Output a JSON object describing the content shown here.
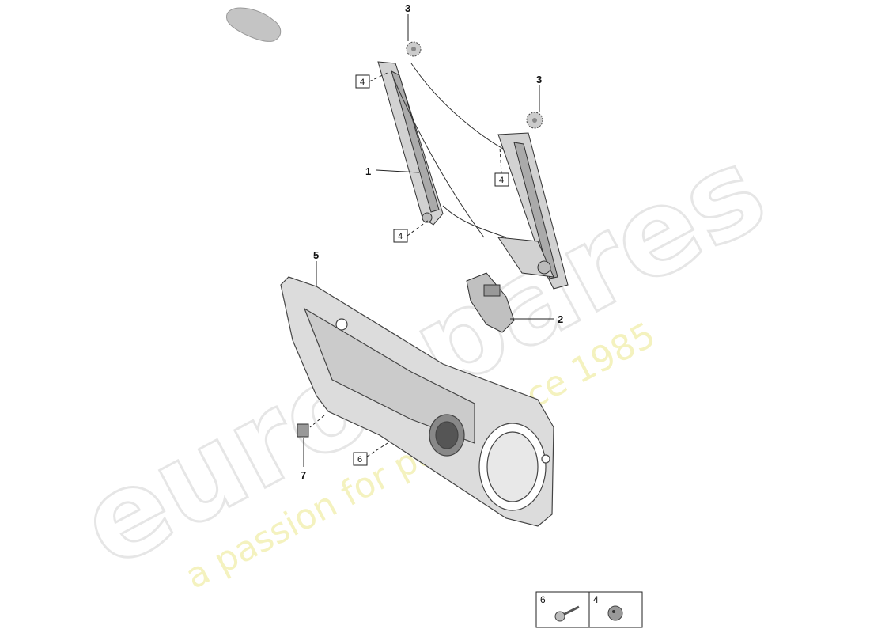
{
  "diagram": {
    "callouts": [
      {
        "id": "callout-3-upper",
        "label": "3"
      },
      {
        "id": "callout-3-right",
        "label": "3"
      },
      {
        "id": "callout-1",
        "label": "1"
      },
      {
        "id": "callout-5",
        "label": "5"
      },
      {
        "id": "callout-2",
        "label": "2"
      },
      {
        "id": "callout-7",
        "label": "7"
      }
    ],
    "boxed_labels": [
      {
        "id": "box-4-top",
        "label": "4"
      },
      {
        "id": "box-4-right",
        "label": "4"
      },
      {
        "id": "box-4-mid",
        "label": "4"
      },
      {
        "id": "box-6",
        "label": "6"
      }
    ],
    "legend": [
      {
        "label": "6",
        "part": "bolt"
      },
      {
        "label": "4",
        "part": "nut"
      }
    ],
    "watermark": {
      "brand": "eurospares",
      "tagline": "a passion for parts since 1985"
    },
    "colors": {
      "line": "#222222",
      "part_fill": "#c8c8c8",
      "watermark_text": "#f3f0b4"
    }
  }
}
